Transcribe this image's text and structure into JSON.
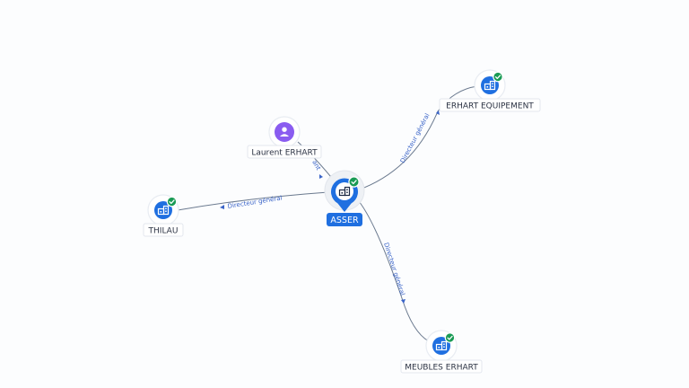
{
  "colors": {
    "company": "#1f6fe0",
    "person": "#8a5cf0",
    "verified": "#1a9b55",
    "edge": "#6b7a8f",
    "edge_label": "#3a64c8"
  },
  "center": {
    "label": "ASSER",
    "icon": "company-building-icon",
    "verified": true
  },
  "nodes": [
    {
      "id": "laurent",
      "label": "Laurent ERHART",
      "type": "person",
      "icon": "person-icon",
      "verified": false
    },
    {
      "id": "equipement",
      "label": "ERHART EQUIPEMENT",
      "type": "company",
      "icon": "company-building-icon",
      "verified": true
    },
    {
      "id": "thilau",
      "label": "THILAU",
      "type": "company",
      "icon": "company-building-icon",
      "verified": true
    },
    {
      "id": "meubles",
      "label": "MEUBLES ERHART",
      "type": "company",
      "icon": "company-building-icon",
      "verified": true
    }
  ],
  "edges": [
    {
      "from": "laurent",
      "to": "center",
      "label": "ant"
    },
    {
      "from": "center",
      "to": "equipement",
      "label": "Directeur général"
    },
    {
      "from": "center",
      "to": "thilau",
      "label": "Directeur général"
    },
    {
      "from": "center",
      "to": "meubles",
      "label": "Directeur général"
    }
  ]
}
